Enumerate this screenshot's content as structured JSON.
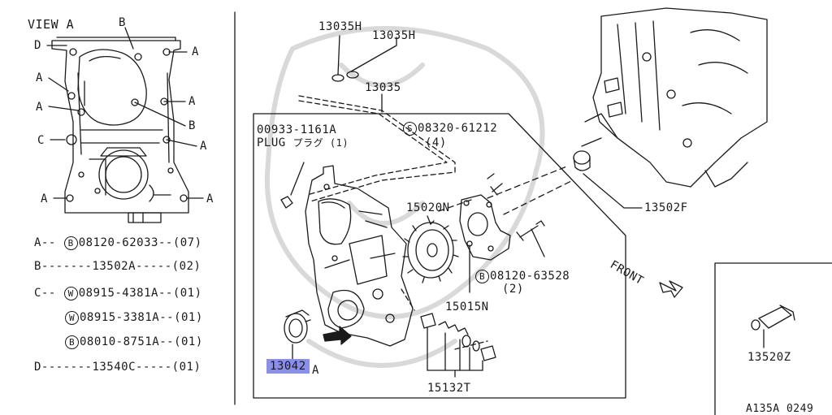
{
  "view_a": {
    "title": "VIEW A",
    "markers": {
      "a": "A",
      "b": "B",
      "c": "C",
      "d": "D"
    }
  },
  "legend": [
    {
      "key": "A--",
      "badge": "B",
      "part": "08120-62033--",
      "qty": "(07)"
    },
    {
      "key": "B-------",
      "badge": "",
      "part": "13502A-----",
      "qty": "(02)"
    },
    {
      "key": "C--",
      "badge": "W",
      "part": "08915-4381A--",
      "qty": "(01)"
    },
    {
      "key": "",
      "badge": "W",
      "part": "08915-3381A--",
      "qty": "(01)"
    },
    {
      "key": "",
      "badge": "B",
      "part": "08010-8751A--",
      "qty": "(01)"
    },
    {
      "key": "D-------",
      "badge": "",
      "part": "13540C-----",
      "qty": "(01)"
    }
  ],
  "labels": {
    "p13035h_a": "13035H",
    "p13035h_b": "13035H",
    "p13035": "13035",
    "plug_num": "00933-1161A",
    "plug_word": "PLUG",
    "plug_jp": "プラグ (1)",
    "s_badge": "S",
    "s_part": "08320-61212",
    "s_qty": "(4)",
    "p15020n": "15020N",
    "b_badge": "B",
    "b_part": "08120-63528",
    "b_qty": "(2)",
    "p15015n": "15015N",
    "p13502f": "13502F",
    "front": "FRONT",
    "p13042": "13042",
    "a_mark": "A",
    "p15132t": "15132T",
    "p13520z": "13520Z",
    "figure_code": "A135A 0249"
  },
  "colors": {
    "highlight": "#8a8fe8",
    "line": "#1a1a1a"
  }
}
